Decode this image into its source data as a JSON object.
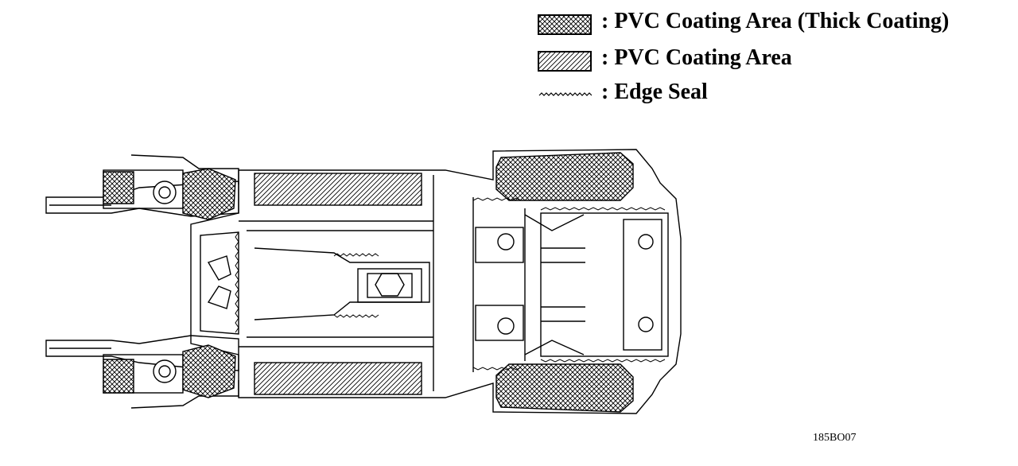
{
  "legend": [
    {
      "id": "thick",
      "label": ": PVC Coating Area (Thick Coating)",
      "swatch": "cross-hatch"
    },
    {
      "id": "pvc",
      "label": ": PVC Coating Area",
      "swatch": "diagonal-hatch"
    },
    {
      "id": "seal",
      "label": ": Edge Seal",
      "swatch": "wavy-line"
    }
  ],
  "figure_id": "185BO07",
  "colors": {
    "ink": "#000000",
    "paper": "#ffffff"
  }
}
